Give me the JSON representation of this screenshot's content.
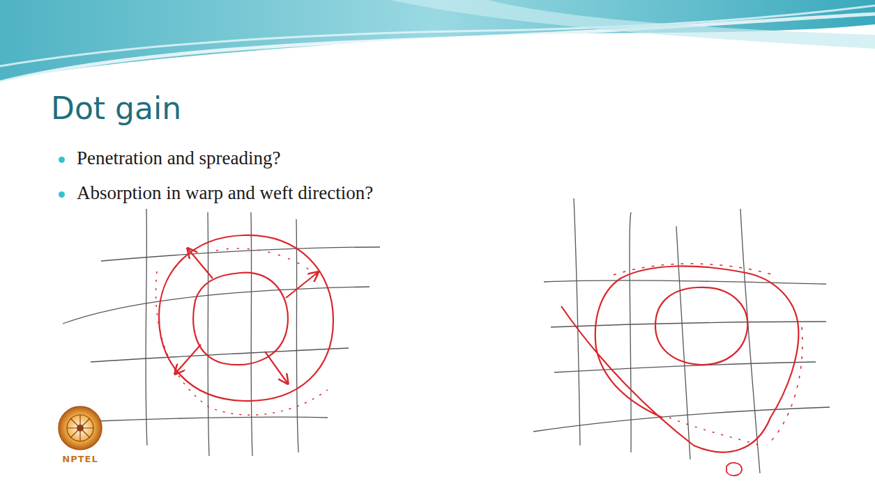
{
  "diagram": {
    "title": "Dot gain",
    "labels": [
      "Penetration and spreading?",
      "Absorption in warp and weft direction?",
      "NPTEL"
    ]
  }
}
